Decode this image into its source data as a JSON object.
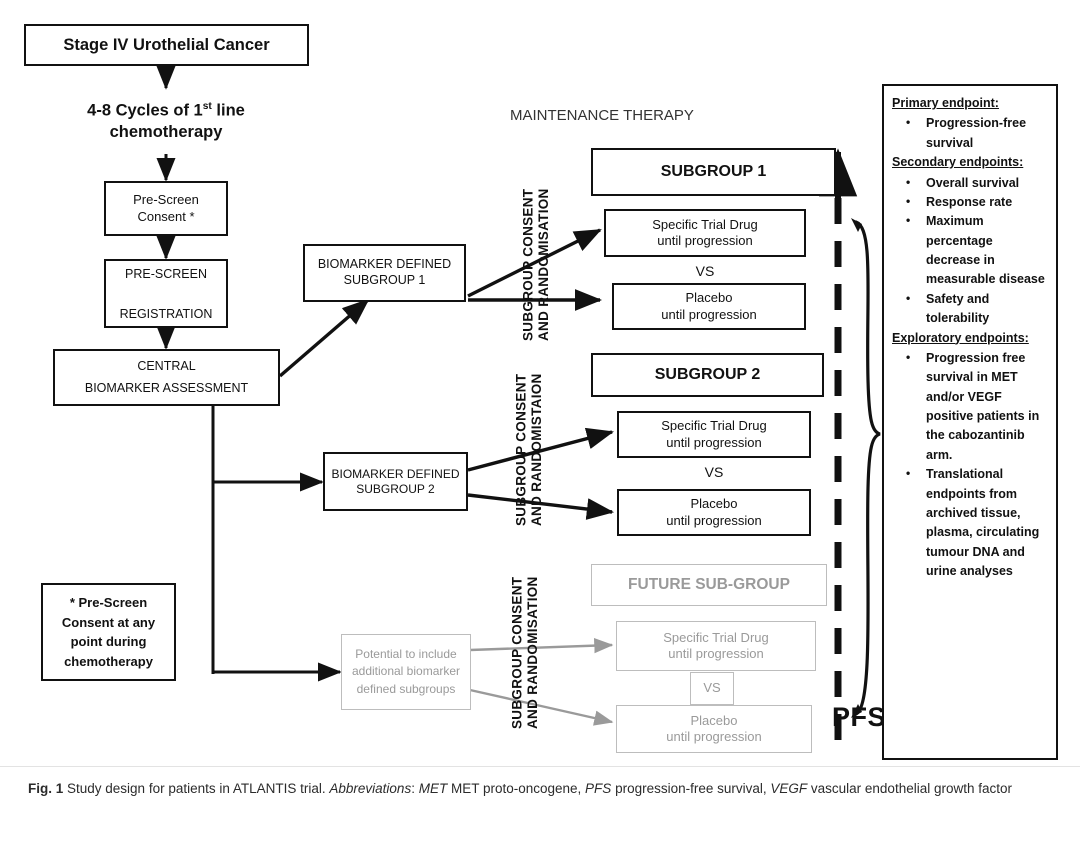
{
  "figure": {
    "caption_number": "Fig. 1",
    "caption_text": " Study design for patients in ATLANTIS trial. ",
    "caption_abbrev_label": "Abbreviations",
    "caption_abbrev_rest": ": ",
    "abbreviations": [
      {
        "term": "MET",
        "definition": " MET proto-oncogene, "
      },
      {
        "term": "PFS",
        "definition": " progression-free survival, "
      },
      {
        "term": "VEGF",
        "definition": " vascular endothelial growth factor"
      }
    ]
  },
  "flow": {
    "stage_box": "Stage IV Urothelial Cancer",
    "chemo_line1_a": "4-8 Cycles of 1",
    "chemo_line1_sup": "st",
    "chemo_line1_b": " line",
    "chemo_line2": "chemotherapy",
    "prescreen_consent": "Pre-Screen\nConsent *",
    "prescreen_registration": "PRE-SCREEN\n\nREGISTRATION",
    "central_assessment": "CENTRAL\nBIOMARKER  ASSESSMENT",
    "biomarker_subgroup_1": "BIOMARKER  DEFINED\nSUBGROUP 1",
    "biomarker_subgroup_2": "BIOMARKER  DEFINED\nSUBGROUP 2",
    "potential_box": "Potential to include\nadditional biomarker\ndefined subgroups",
    "footnote_box": "* Pre-Screen\nConsent at any\npoint during\nchemotherapy"
  },
  "maintenance": {
    "header": "MAINTENANCE THERAPY",
    "pfs_label": "PFS",
    "vs_label": "VS",
    "consent_labels": [
      "SUBGROUP CONSENT\nAND RANDOMISATION",
      "SUBGROUP CONSENT\nAND RANDOMISTAION",
      "SUBGROUP CONSENT\nAND RANDOMISATION"
    ],
    "groups": [
      {
        "title": "SUBGROUP 1",
        "arm_drug": "Specific Trial Drug\nuntil progression",
        "arm_placebo": "Placebo\nuntil progression",
        "state": "active"
      },
      {
        "title": "SUBGROUP 2",
        "arm_drug": "Specific Trial Drug\nuntil progression",
        "arm_placebo": "Placebo\nuntil progression",
        "state": "active"
      },
      {
        "title": "FUTURE SUB-GROUP",
        "arm_drug": "Specific Trial Drug\nuntil progression",
        "arm_placebo": "Placebo\nuntil progression",
        "state": "future"
      }
    ]
  },
  "endpoints": {
    "sections": [
      {
        "heading": "Primary endpoint:",
        "items": [
          "Progression-free survival"
        ]
      },
      {
        "heading": "Secondary endpoints:",
        "items": [
          "Overall survival",
          "Response rate",
          "Maximum percentage decrease in measurable disease",
          "Safety and tolerability"
        ]
      },
      {
        "heading": "Exploratory endpoints:",
        "items": [
          "Progression free survival in MET and/or VEGF positive patients in the cabozantinib arm.",
          "Translational endpoints from archived tissue, plasma, circulating tumour DNA and urine analyses"
        ]
      }
    ]
  },
  "colors": {
    "ink": "#111111",
    "grey": "#9a9a9a",
    "grey_border": "#bdbdbd",
    "caption": "#2b2b2b"
  }
}
